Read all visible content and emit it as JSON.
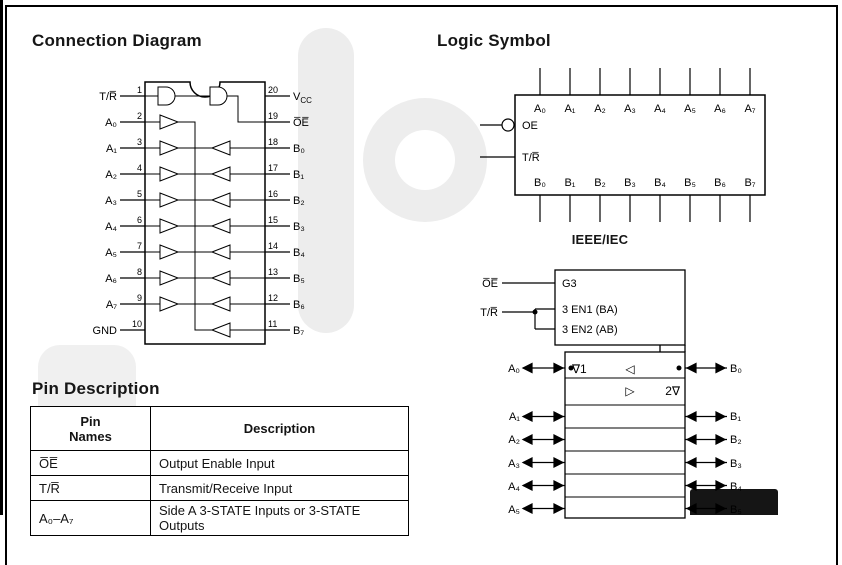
{
  "headings": {
    "connection_diagram": "Connection Diagram",
    "logic_symbol": "Logic Symbol",
    "ieee_iec": "IEEE/IEC",
    "pin_description": "Pin Description"
  },
  "connection_diagram": {
    "left_pins": [
      {
        "num": "1",
        "label": "T/R̅"
      },
      {
        "num": "2",
        "label": "A₀"
      },
      {
        "num": "3",
        "label": "A₁"
      },
      {
        "num": "4",
        "label": "A₂"
      },
      {
        "num": "5",
        "label": "A₃"
      },
      {
        "num": "6",
        "label": "A₄"
      },
      {
        "num": "7",
        "label": "A₅"
      },
      {
        "num": "8",
        "label": "A₆"
      },
      {
        "num": "9",
        "label": "A₇"
      },
      {
        "num": "10",
        "label": "GND"
      }
    ],
    "right_pins": [
      {
        "num": "20",
        "label": "V|CC"
      },
      {
        "num": "19",
        "label": "O̅E̅"
      },
      {
        "num": "18",
        "label": "B₀"
      },
      {
        "num": "17",
        "label": "B₁"
      },
      {
        "num": "16",
        "label": "B₂"
      },
      {
        "num": "15",
        "label": "B₃"
      },
      {
        "num": "14",
        "label": "B₄"
      },
      {
        "num": "13",
        "label": "B₅"
      },
      {
        "num": "12",
        "label": "B₆"
      },
      {
        "num": "11",
        "label": "B₇"
      }
    ]
  },
  "logic_symbol": {
    "top_labels": [
      "A₀",
      "A₁",
      "A₂",
      "A₃",
      "A₄",
      "A₅",
      "A₆",
      "A₇"
    ],
    "bottom_labels": [
      "B₀",
      "B₁",
      "B₂",
      "B₃",
      "B₄",
      "B₅",
      "B₆",
      "B₇"
    ],
    "oe_label": "OE",
    "tr_label": "T/R̅"
  },
  "ieee_iec": {
    "control": {
      "g3": "G3",
      "en1": "3 EN1 (BA)",
      "en2": "3 EN2 (AB)"
    },
    "oe_label": "O̅E̅",
    "tr_label": "T/R̅",
    "glyphs": {
      "nabla1": "∇1",
      "tri_left": "◁",
      "tri_right": "▷",
      "nabla2": "2∇"
    },
    "left_ports": [
      "A₀",
      "A₁",
      "A₂",
      "A₃",
      "A₄",
      "A₅"
    ],
    "right_ports": [
      "B₀",
      "B₁",
      "B₂",
      "B₃",
      "B₄",
      "B₅"
    ]
  },
  "pin_table": {
    "headers": [
      "Pin\nNames",
      "Description"
    ],
    "rows": [
      {
        "name": "O̅E̅",
        "description": "Output Enable Input"
      },
      {
        "name": "T/R̅",
        "description": "Transmit/Receive Input"
      },
      {
        "name": "A₀–A₇",
        "description": "Side A 3-STATE Inputs or 3-STATE Outputs"
      }
    ]
  }
}
